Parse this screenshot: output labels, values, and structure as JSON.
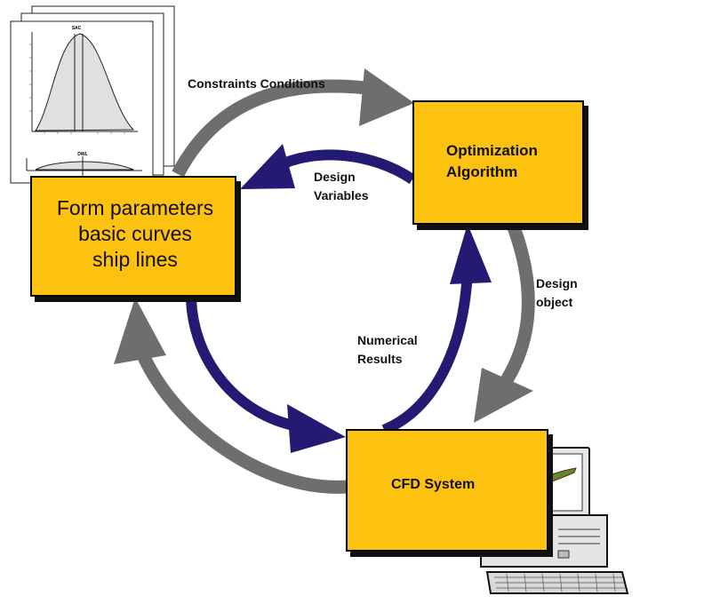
{
  "nodes": {
    "form": {
      "text": "Form parameters\nbasic curves\nship lines"
    },
    "optimization": {
      "text": "Optimization\nAlgorithm"
    },
    "cfd": {
      "text": "CFD System"
    }
  },
  "edges": {
    "constraints": {
      "label": "Constraints Conditions"
    },
    "design_variables": {
      "label": "Design\nVariables"
    },
    "design_object": {
      "label": "Design\nobject"
    },
    "numerical_results": {
      "label": "Numerical\nResults"
    }
  },
  "curve_sheets": {
    "top_title": "SAC",
    "bottom_title": "DWL"
  },
  "colors": {
    "box_fill": "#fcc20f",
    "outer_arrow": "#6e6e6e",
    "inner_arrow": "#231a73"
  }
}
